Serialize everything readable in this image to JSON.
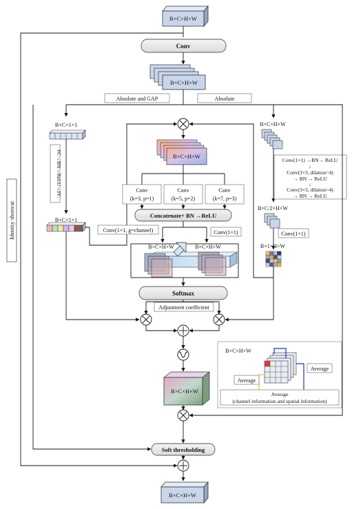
{
  "tensors": {
    "input": "B×C×H×W",
    "after_conv": "B×C×H×W",
    "channel_vec": "B×C×1×1",
    "channel_vec_out": "B×C×1×1",
    "multi_scale": "B×C×H×W",
    "right_in": "B×C×H×W",
    "right_mid": "B×C/2×H×W",
    "right_out": "B×1×H×W",
    "attn_left": "B×C×H×W",
    "attn_right": "B×C×H×W",
    "activated": "B×C×H×W",
    "output": "B×C×H×W",
    "legend_tensor": "B×C×H×W"
  },
  "blocks": {
    "conv": "Conv",
    "concat": "Concatenate+ BN →ReLU",
    "softmax": "Softmax",
    "soft_threshold": "Soft thresholding",
    "adjustment": "Adjustment coefficient"
  },
  "labels": {
    "identity": "Identity shortcut",
    "abs_gap": "Absolute and GAP",
    "absolute": "Absolute",
    "fc_chain": "FC→BN→ReLU→FC",
    "conv_k3_a": "Conv",
    "conv_k3_b": "(k=3, p=1)",
    "conv_k5_a": "Conv",
    "conv_k5_b": "(k=5, p=2)",
    "conv_k7_a": "Conv",
    "conv_k7_b": "(k=7, p=3)",
    "conv_group": "Conv(1×1, g=channel)",
    "conv_1x1": "Conv(1×1)",
    "conv_1x1_right": "Conv(1×1)",
    "right_chain": [
      "Conv(1×1) →BN→ ReLU",
      "↓",
      "Conv(3×3, dilation=4)",
      "→ BN → ReLU",
      "↓",
      "Conv(3×3, dilation=4)",
      "→ BN → ReLU"
    ]
  },
  "legend": {
    "average_right": "Average",
    "average_left": "Average",
    "average_bottom_1": "Average",
    "average_bottom_2": "(channel information and spatial information)"
  },
  "colors": {
    "tensor_fill": "#c9d6ea",
    "block_stroke": "#555555",
    "blue_arrow": "#1f2fd6",
    "yellow_arrow": "#f2c230"
  }
}
